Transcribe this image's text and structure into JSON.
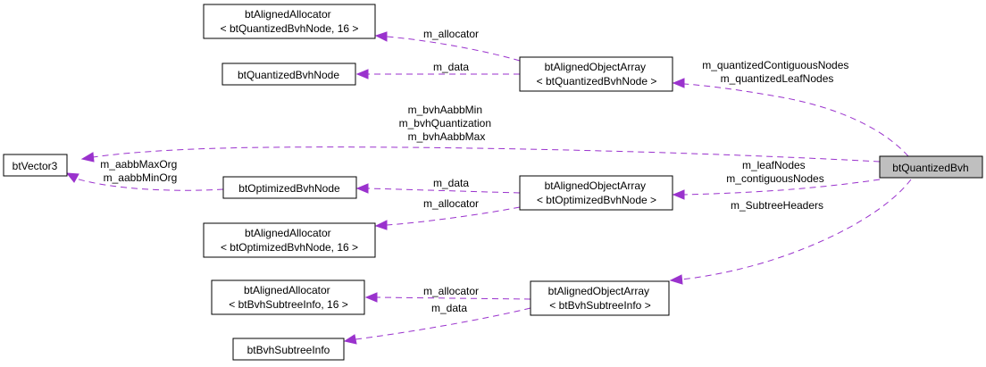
{
  "diagram": {
    "edge_color": "#9a32cd",
    "nodes": {
      "bt_quantized_bvh": {
        "lines": [
          "btQuantizedBvh"
        ]
      },
      "bt_vector3": {
        "lines": [
          "btVector3"
        ]
      },
      "aoa_quantized": {
        "lines": [
          "btAlignedObjectArray",
          "< btQuantizedBvhNode >"
        ]
      },
      "aa_quantized": {
        "lines": [
          "btAlignedAllocator",
          "< btQuantizedBvhNode, 16 >"
        ]
      },
      "quantized_node": {
        "lines": [
          "btQuantizedBvhNode"
        ]
      },
      "aoa_optimized": {
        "lines": [
          "btAlignedObjectArray",
          "< btOptimizedBvhNode >"
        ]
      },
      "optimized_node": {
        "lines": [
          "btOptimizedBvhNode"
        ]
      },
      "aa_optimized": {
        "lines": [
          "btAlignedAllocator",
          "< btOptimizedBvhNode, 16 >"
        ]
      },
      "aoa_subtree": {
        "lines": [
          "btAlignedObjectArray",
          "< btBvhSubtreeInfo >"
        ]
      },
      "aa_subtree": {
        "lines": [
          "btAlignedAllocator",
          "< btBvhSubtreeInfo, 16 >"
        ]
      },
      "subtree_info": {
        "lines": [
          "btBvhSubtreeInfo"
        ]
      }
    },
    "edges": {
      "aoaq_to_aaq": {
        "lines": [
          "m_allocator"
        ]
      },
      "aoaq_to_qnode": {
        "lines": [
          "m_data"
        ]
      },
      "qbvh_to_aoaq": {
        "lines": [
          "m_quantizedContiguousNodes",
          "m_quantizedLeafNodes"
        ]
      },
      "qbvh_to_vec3": {
        "lines": [
          "m_bvhAabbMin",
          "m_bvhQuantization",
          "m_bvhAabbMax"
        ]
      },
      "onode_to_vec3": {
        "lines": [
          "m_aabbMaxOrg",
          "m_aabbMinOrg"
        ]
      },
      "aoao_to_onode": {
        "lines": [
          "m_data"
        ]
      },
      "qbvh_to_aoao": {
        "lines": [
          "m_leafNodes",
          "m_contiguousNodes"
        ]
      },
      "aoao_to_aao": {
        "lines": [
          "m_allocator"
        ]
      },
      "qbvh_to_aoas": {
        "lines": [
          "m_SubtreeHeaders"
        ]
      },
      "aoas_to_aas": {
        "lines": [
          "m_allocator"
        ]
      },
      "aoas_to_sinfo": {
        "lines": [
          "m_data"
        ]
      }
    }
  }
}
